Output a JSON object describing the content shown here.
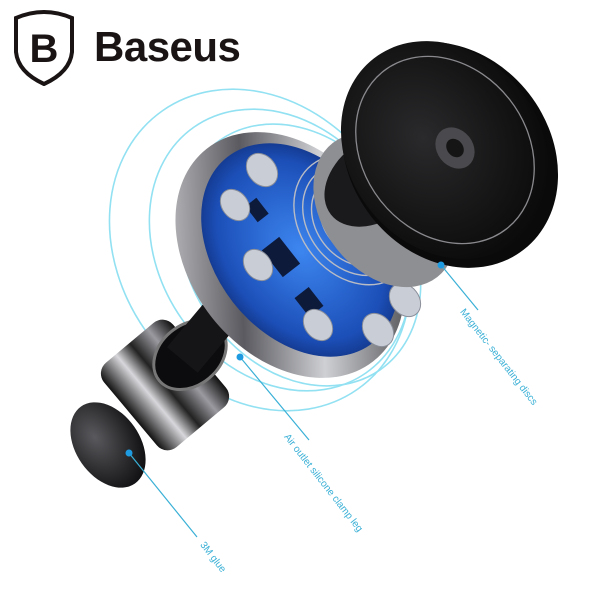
{
  "brand": {
    "logo_letter": "B",
    "name": "Baseus"
  },
  "callouts": [
    {
      "id": "magnetic",
      "text": "Magnetic- separating discs"
    },
    {
      "id": "clamp",
      "text": "Air outlet silicone clamp leg"
    },
    {
      "id": "glue",
      "text": "3M glue"
    }
  ],
  "colors": {
    "callout_line": "#3ab0d6",
    "callout_dot": "#1e9be0",
    "glow": "#7fdcf0",
    "pcb_blue": "#1f5fd0",
    "metal_dark": "#1a1a1c"
  }
}
